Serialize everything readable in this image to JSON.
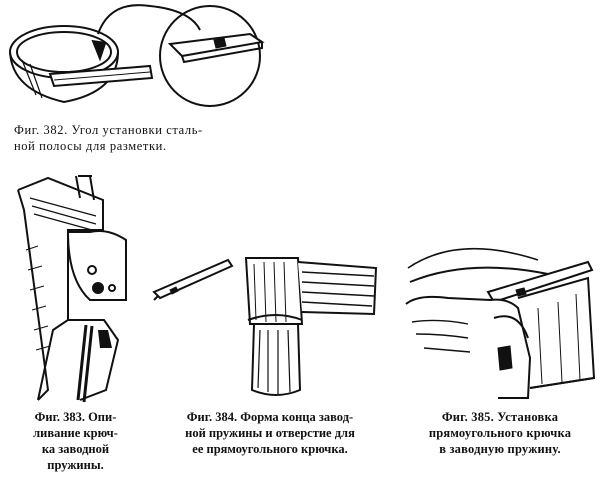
{
  "figures": [
    {
      "id": "382",
      "caption_lines": [
        "Фиг. 382. Угол установки сталь-",
        "ной полосы для разметки."
      ]
    },
    {
      "id": "383",
      "caption_lines": [
        "Фиг. 383. Опи-",
        "ливание крюч-",
        "ка заводной",
        "пружины."
      ]
    },
    {
      "id": "384",
      "caption_lines": [
        "Фиг. 384. Форма конца завод-",
        "ной пружины и отверстие для",
        "ее прямоугольного крючка."
      ]
    },
    {
      "id": "385",
      "caption_lines": [
        "Фиг. 385. Установка",
        "прямоугольного крючка",
        "в заводную пружину."
      ]
    }
  ]
}
